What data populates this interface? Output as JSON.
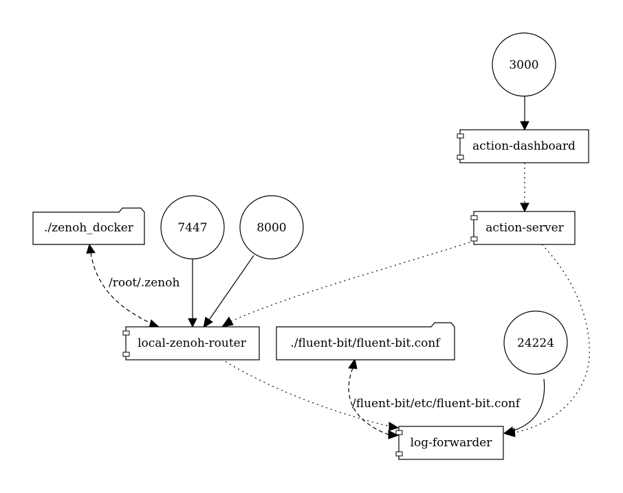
{
  "nodes": {
    "port_3000": {
      "label": "3000"
    },
    "action_dashboard": {
      "label": "action-dashboard"
    },
    "action_server": {
      "label": "action-server"
    },
    "zenoh_docker": {
      "label": "./zenoh_docker"
    },
    "port_7447": {
      "label": "7447"
    },
    "port_8000": {
      "label": "8000"
    },
    "local_zenoh_router": {
      "label": "local-zenoh-router"
    },
    "fluent_bit_conf": {
      "label": "./fluent-bit/fluent-bit.conf"
    },
    "port_24224": {
      "label": "24224"
    },
    "log_forwarder": {
      "label": "log-forwarder"
    }
  },
  "edges": {
    "zenoh_volume_label": "/root/.zenoh",
    "fluent_volume_label": "/fluent-bit/etc/fluent-bit.conf"
  }
}
